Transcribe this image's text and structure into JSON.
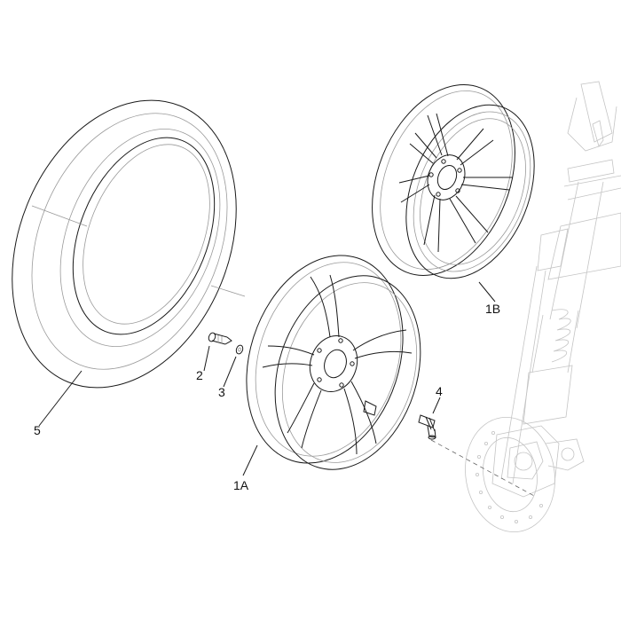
{
  "callouts": {
    "rim_front": "1A",
    "rim_alt": "1B",
    "bolt": "2",
    "washer": "3",
    "valve": "4",
    "tyre": "5"
  }
}
